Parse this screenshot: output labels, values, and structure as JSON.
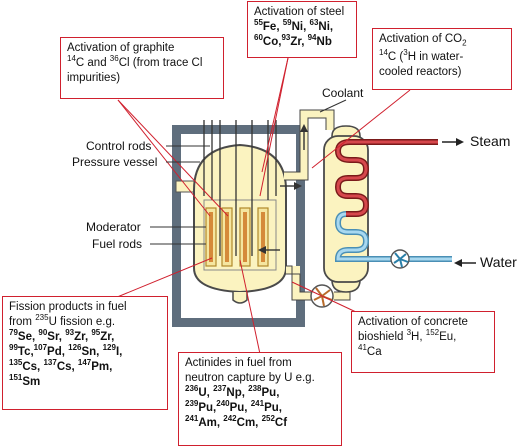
{
  "labels": {
    "control_rods": "Control rods",
    "pressure_vessel": "Pressure vessel",
    "moderator": "Moderator",
    "fuel_rods": "Fuel rods",
    "coolant": "Coolant",
    "steam": "Steam",
    "water": "Water"
  },
  "boxes": {
    "graphite": [
      "Activation of graphite",
      "14C and 36Cl (from trace Cl",
      "impurities)"
    ],
    "steel": [
      "Activation of steel",
      "55Fe, 59Ni, 63Ni,",
      "60Co,93Zr, 94Nb"
    ],
    "co2": [
      "Activation of CO2",
      "14C (3H in water-",
      "cooled reactors)"
    ],
    "fission": [
      "Fission products in fuel",
      "from 235U fission e.g.",
      "79Se, 90Sr, 93Zr, 95Zr,",
      "99Tc,107Pd, 126Sn, 129I,",
      "135Cs, 137Cs, 147Pm,",
      "151Sm"
    ],
    "actinides": [
      "Actinides in fuel from",
      "neutron capture by U e.g.",
      "236U, 237Np, 238Pu,",
      "239Pu,240Pu, 241Pu,",
      "241Am, 242Cm, 252Cf"
    ],
    "concrete": [
      "Activation of concrete",
      "bioshield 3H, 152Eu,",
      "41Ca"
    ]
  },
  "colors": {
    "accent_red": "#d0202e",
    "shield_grey": "#5f6e7d",
    "vessel_fill": "#fbf3c0",
    "hot_pipe": "#c0282f",
    "cold_pipe": "#8cc8e8"
  },
  "icons": [
    "pump-icon",
    "circulator-icon",
    "steam-arrow-icon",
    "water-arrow-icon"
  ]
}
